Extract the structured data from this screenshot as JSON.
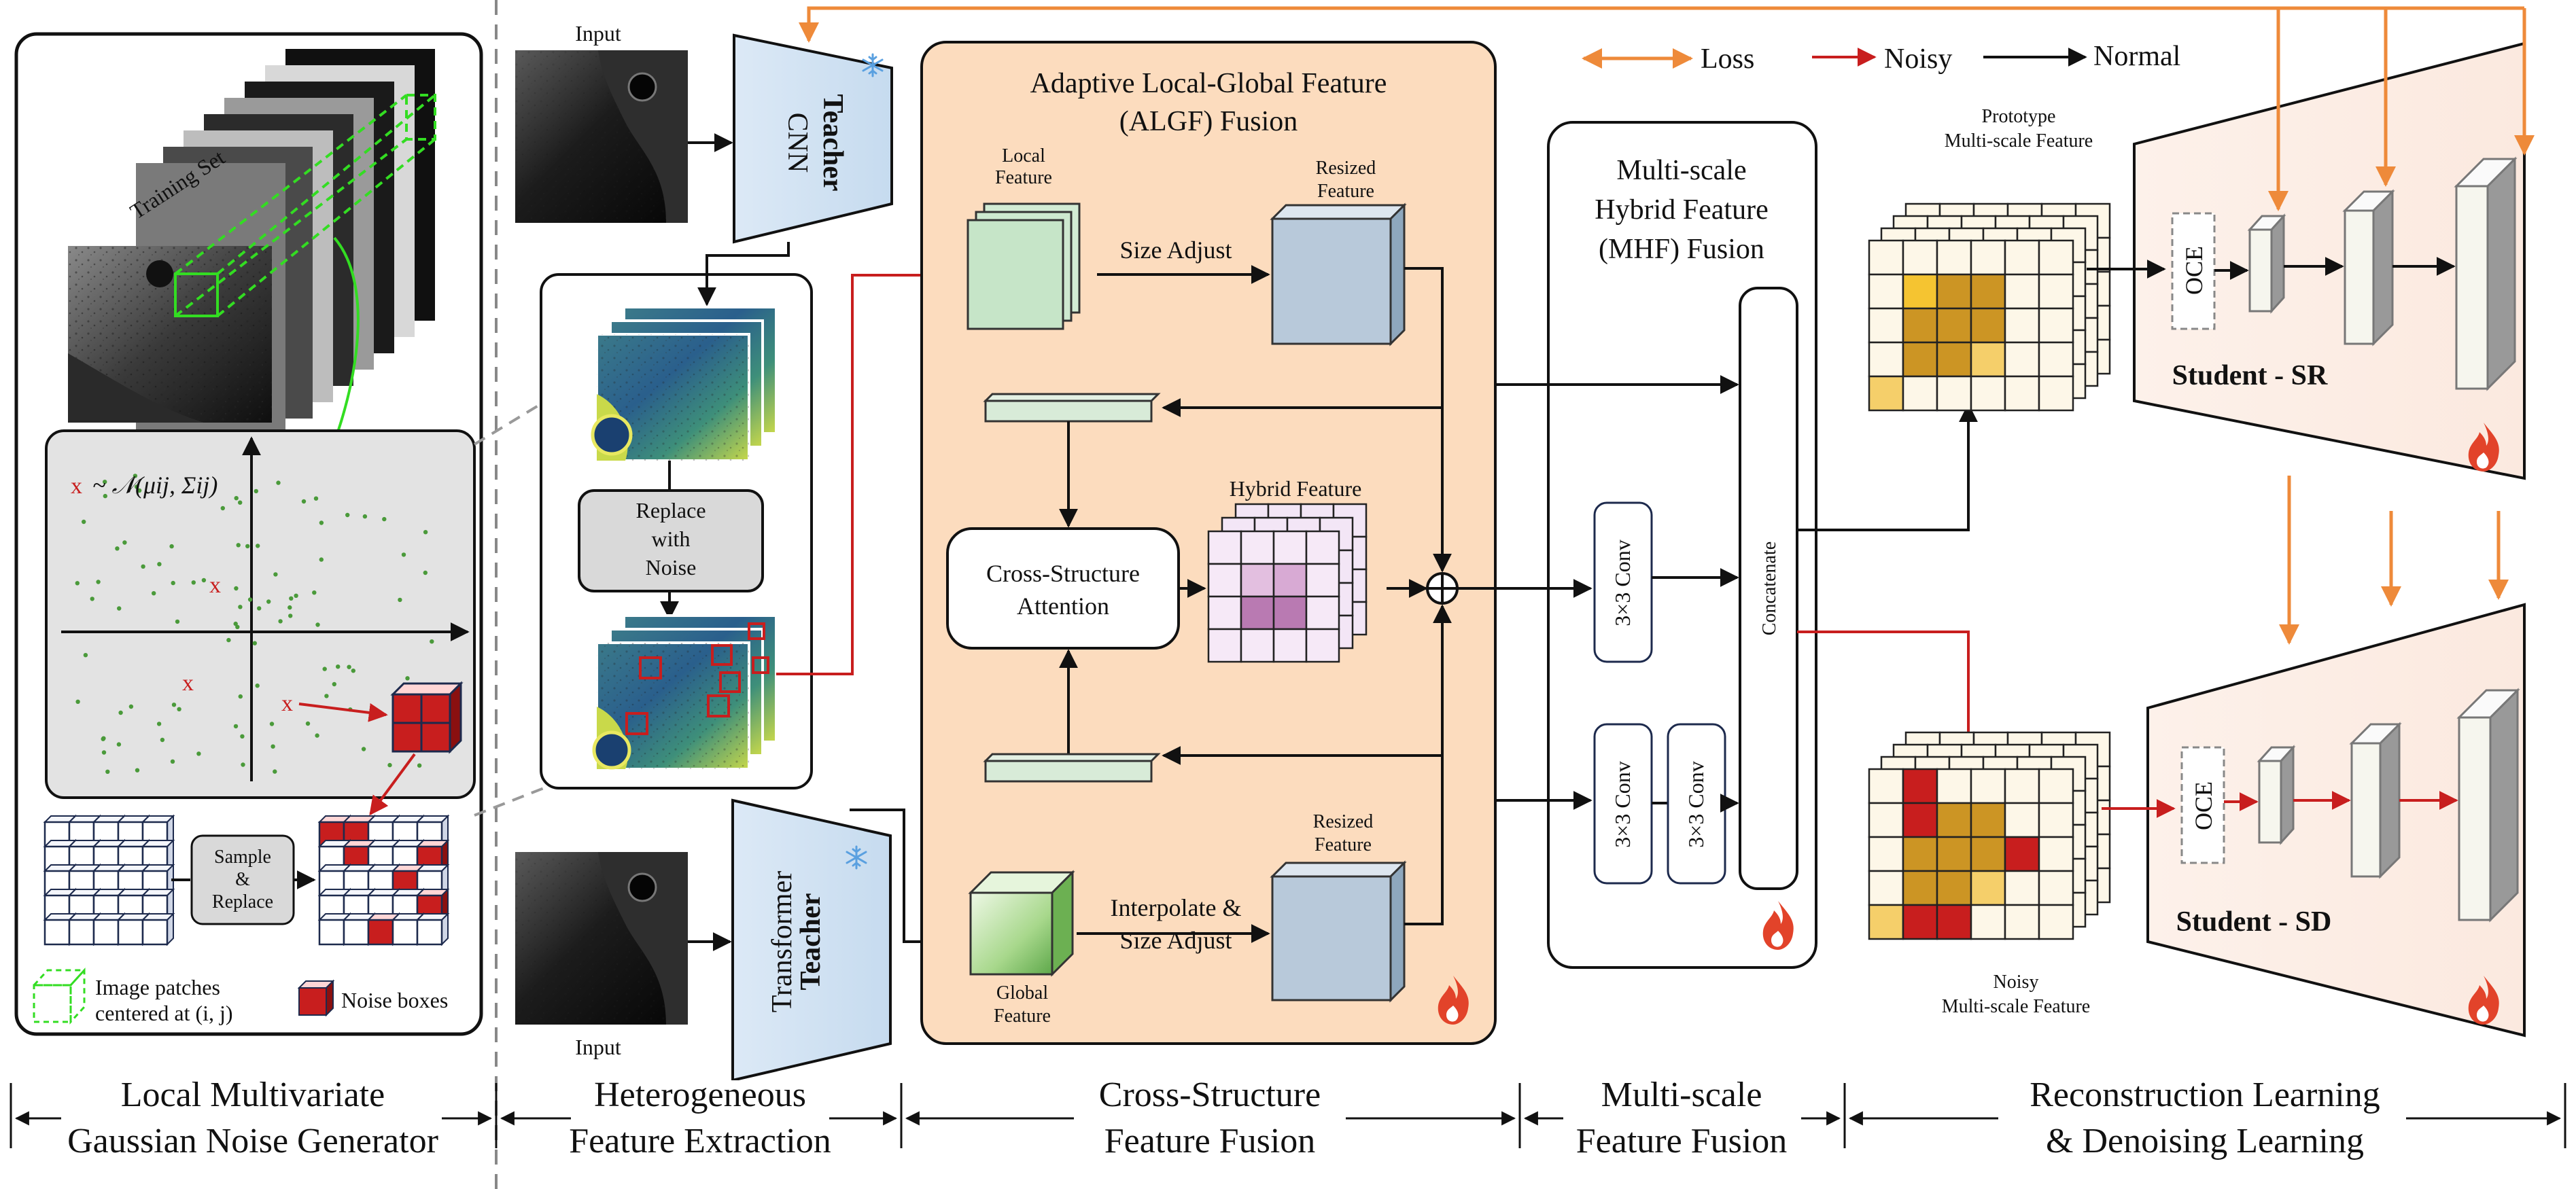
{
  "legend": {
    "loss": "Loss",
    "noisy": "Noisy",
    "normal": "Normal",
    "colors": {
      "loss": "#ee8a3a",
      "noisy": "#c81e1e",
      "normal": "#111111"
    }
  },
  "generator": {
    "training_set": "Training Set",
    "formula": "~ 𝒩(μij, Σij)",
    "sample_replace": [
      "Sample",
      "&",
      "Replace"
    ],
    "patches_legend": [
      "Image patches",
      "centered at (i, j)"
    ],
    "noise_legend": "Noise boxes"
  },
  "extraction": {
    "input_top": "Input",
    "input_bottom": "Input",
    "teacher_cnn_1": "Teacher",
    "teacher_cnn_2": "CNN",
    "teacher_tr_1": "Teacher",
    "teacher_tr_2": "Transformer",
    "replace": [
      "Replace",
      "with",
      "Noise"
    ]
  },
  "algf": {
    "title_1": "Adaptive Local-Global Feature",
    "title_2": "(ALGF) Fusion",
    "local_feature": [
      "Local",
      "Feature"
    ],
    "resized_feature_top": [
      "Resized",
      "Feature"
    ],
    "size_adjust": "Size Adjust",
    "hybrid_feature": "Hybrid Feature",
    "cross_attention": [
      "Cross-Structure",
      "Attention"
    ],
    "global_feature": [
      "Global",
      "Feature"
    ],
    "interpolate": [
      "Interpolate &",
      "Size Adjust"
    ],
    "resized_feature_bottom": [
      "Resized",
      "Feature"
    ]
  },
  "mhf": {
    "title": [
      "Multi-scale",
      "Hybrid Feature",
      "(MHF) Fusion"
    ],
    "conv": "3×3 Conv",
    "concatenate": "Concatenate"
  },
  "student": {
    "prototype": [
      "Prototype",
      "Multi-scale Feature"
    ],
    "noisy_feature": [
      "Noisy",
      "Multi-scale Feature"
    ],
    "oce": "OCE",
    "student_sr": "Student - SR",
    "student_sd": "Student - SD"
  },
  "sections": [
    [
      "Local Multivariate",
      "Gaussian Noise Generator"
    ],
    [
      "Heterogeneous",
      "Feature Extraction"
    ],
    [
      "Cross-Structure",
      "Feature Fusion"
    ],
    [
      "Multi-scale",
      "Feature Fusion"
    ],
    [
      "Reconstruction Learning",
      "& Denoising Learning"
    ]
  ]
}
